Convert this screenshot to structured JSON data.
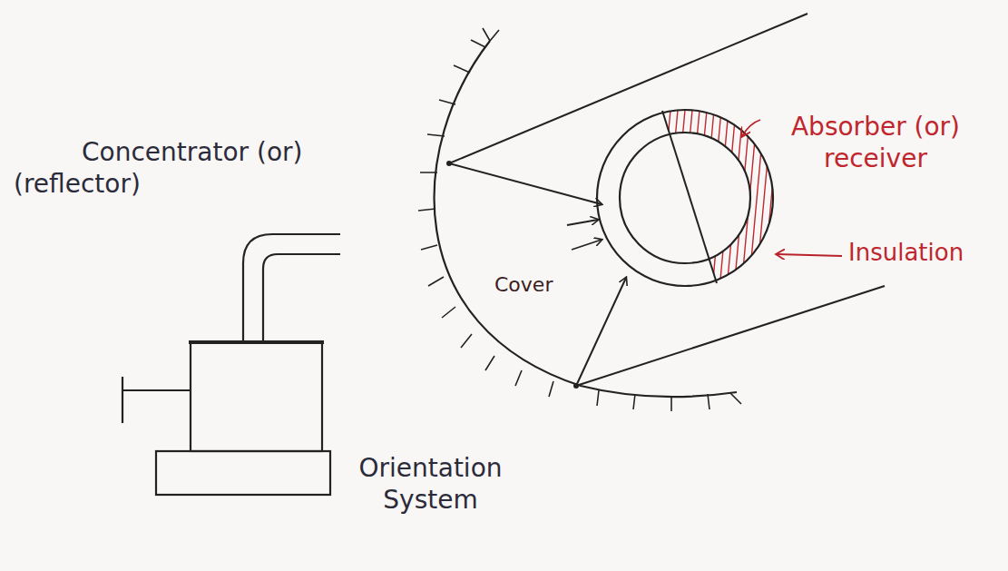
{
  "diagram": {
    "labels": [
      "Concentrator (or) (reflector)",
      "Absorber (or) receiver",
      "Insulation",
      "Cover",
      "Orientation System"
    ]
  }
}
